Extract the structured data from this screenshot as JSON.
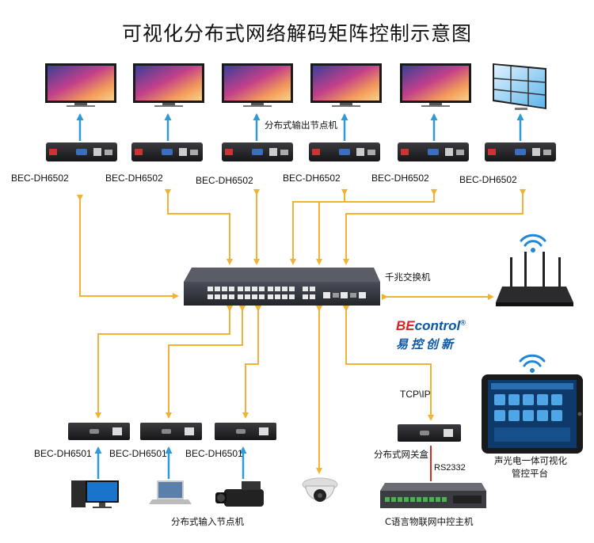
{
  "title": "可视化分布式网络解码矩阵控制示意图",
  "labels": {
    "output_nodes": "分布式输出节点机",
    "input_nodes": "分布式输入节点机",
    "switch": "千兆交换机",
    "gateway": "分布式网关盒",
    "tcp": "TCP\\IP",
    "rs": "RS2332",
    "controller": "C语言物联网中控主机",
    "platform_line1": "声光电一体可视化",
    "platform_line2": "管控平台"
  },
  "decoders": [
    "BEC-DH6502",
    "BEC-DH6502",
    "BEC-DH6502",
    "BEC-DH6502",
    "BEC-DH6502",
    "BEC-DH6502"
  ],
  "encoders": [
    "BEC-DH6501",
    "BEC-DH6501",
    "BEC-DH6501"
  ],
  "brand": {
    "prefix": "BE",
    "name": "control",
    "mark": "®",
    "cn": "易控创新"
  },
  "colors": {
    "arrow_orange": "#f2b233",
    "arrow_blue": "#2e9ad8",
    "wifi_blue": "#1e88d6"
  }
}
